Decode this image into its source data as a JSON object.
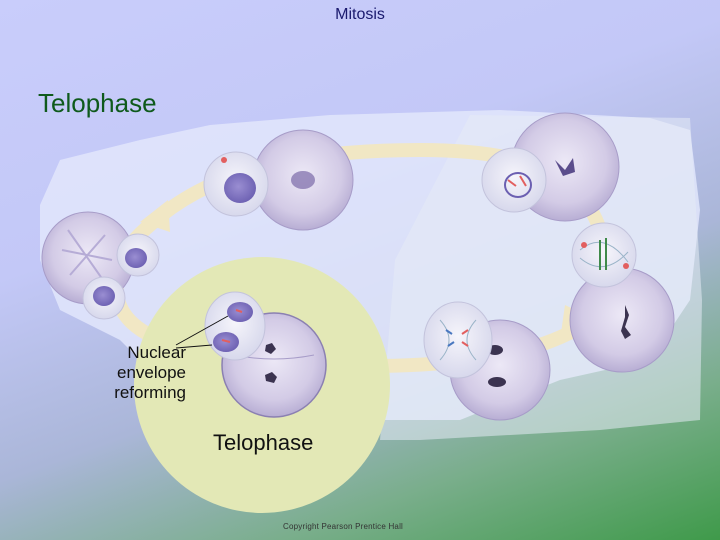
{
  "header": {
    "title": "Mitosis"
  },
  "section": {
    "title": "Telophase"
  },
  "diagram": {
    "callout": [
      "Nuclear",
      "envelope",
      "reforming"
    ],
    "focus_label": "Telophase",
    "copyright": "Copyright Pearson Prentice Hall"
  },
  "colors": {
    "title_green": "#0f5a1c",
    "header_navy": "#1a1a6e",
    "focus_circle": "#e3e8b6",
    "cycle_arrow": "#f1e7c4",
    "cell_fill": "#d9d3ea",
    "chromosome": "#3b3350"
  }
}
